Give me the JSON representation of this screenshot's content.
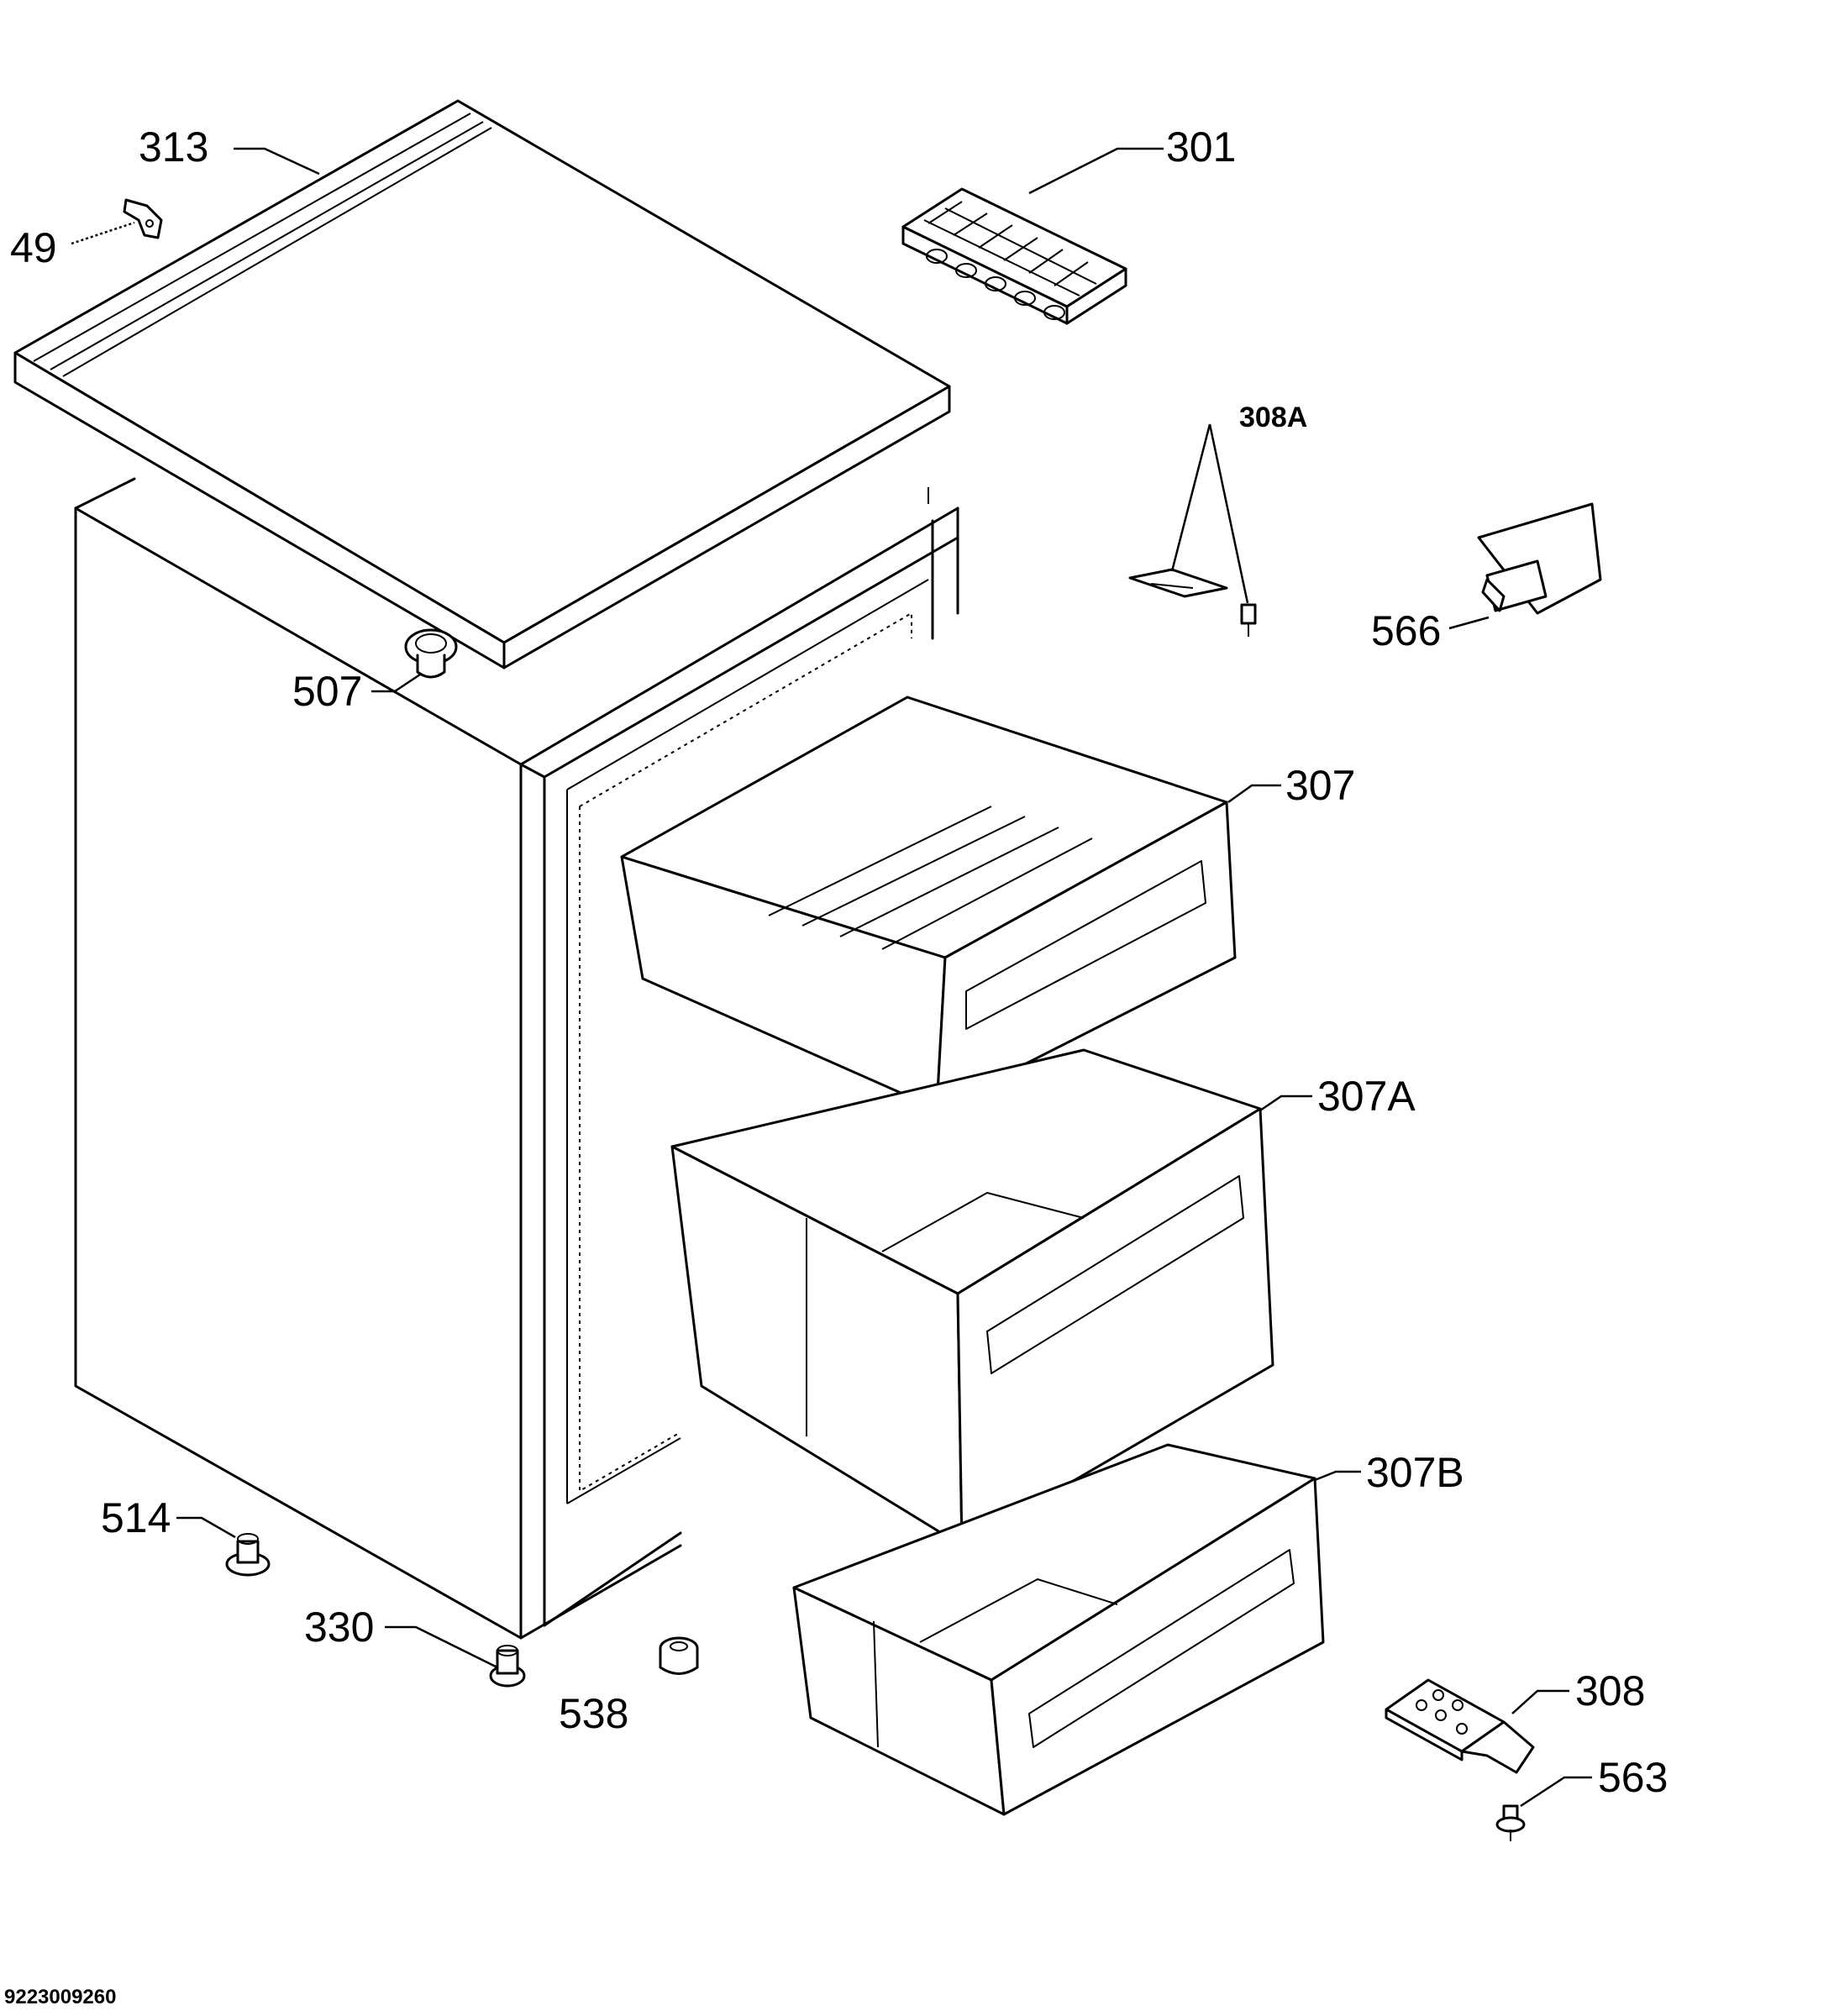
{
  "labels": {
    "p313": "313",
    "p49": "49",
    "p301": "301",
    "p308A": "308A",
    "p566": "566",
    "p507": "507",
    "p307": "307",
    "p307A": "307A",
    "p307B": "307B",
    "p514": "514",
    "p330": "330",
    "p538": "538",
    "p308": "308",
    "p563": "563"
  },
  "document_number": "9223009260"
}
